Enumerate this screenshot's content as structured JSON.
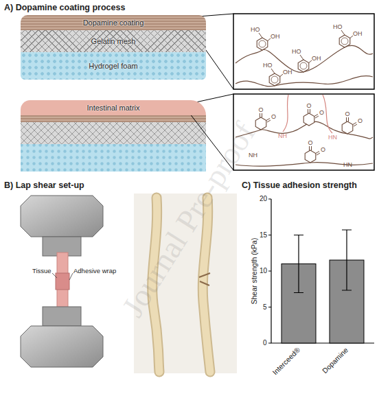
{
  "diagram": {
    "nodes": [
      {
        "text": [
          "Dopamine coating"
        ]
      },
      {
        "text": [
          "Gelatin mesh"
        ]
      },
      {
        "text": [
          "Hydrogel foam"
        ]
      },
      {
        "text": [
          "Intestinal matrix"
        ]
      }
    ],
    "labels": [
      "A) Dopamine coating process",
      "HO",
      "OH",
      "HO",
      "OH",
      "HO",
      "OH",
      "HO",
      "OH",
      "O",
      "O",
      "O",
      "O",
      "O",
      "O",
      "O",
      "O",
      "NH",
      "HN",
      "NH",
      "HN",
      "B) Lap shear set-up",
      "C) Tissue adhesion strength",
      "Tissue",
      "Adhesive wrap",
      "20",
      "15",
      "10",
      "5",
      "0",
      "Shear strength (kPa)",
      "Interceed®",
      "Dopamine",
      "Journal Pre-proof"
    ]
  }
}
